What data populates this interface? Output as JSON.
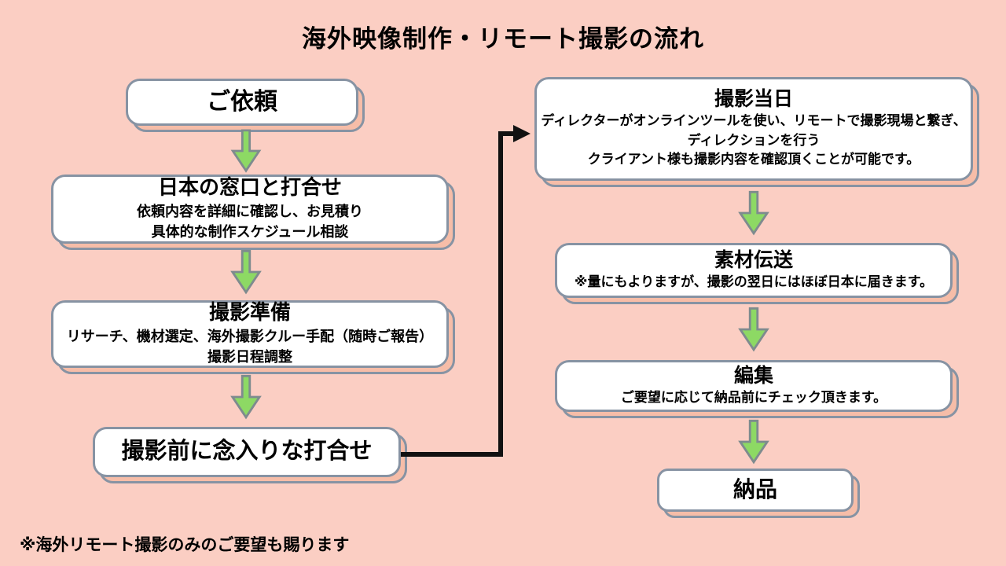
{
  "title": "海外映像制作・リモート撮影の流れ",
  "footnote": "※海外リモート撮影のみのご要望も賜ります",
  "colors": {
    "bg": "#fbcec3",
    "box_border": "#8793a3",
    "shadow_fill": "#f6bda8",
    "arrow_green": "#8dd964",
    "arrow_outline": "#7e8b8e",
    "connector": "#111111"
  },
  "left_column": [
    {
      "title": "ご依頼",
      "lines": []
    },
    {
      "title": "日本の窓口と打合せ",
      "lines": [
        "依頼内容を詳細に確認し、お見積り",
        "具体的な制作スケジュール相談"
      ]
    },
    {
      "title": "撮影準備",
      "lines": [
        "リサーチ、機材選定、海外撮影クルー手配（随時ご報告）",
        "撮影日程調整"
      ]
    },
    {
      "title": "撮影前に念入りな打合せ",
      "lines": []
    }
  ],
  "right_column": [
    {
      "title": "撮影当日",
      "lines": [
        "ディレクターがオンラインツールを使い、リモートで撮影現場と繋ぎ、",
        "ディレクションを行う",
        "クライアント様も撮影内容を確認頂くことが可能です。"
      ]
    },
    {
      "title": "素材伝送",
      "lines": [
        "※量にもよりますが、撮影の翌日にはほぼ日本に届きます。"
      ]
    },
    {
      "title": "編集",
      "lines": [
        "ご要望に応じて納品前にチェック頂きます。"
      ]
    },
    {
      "title": "納品",
      "lines": []
    }
  ]
}
